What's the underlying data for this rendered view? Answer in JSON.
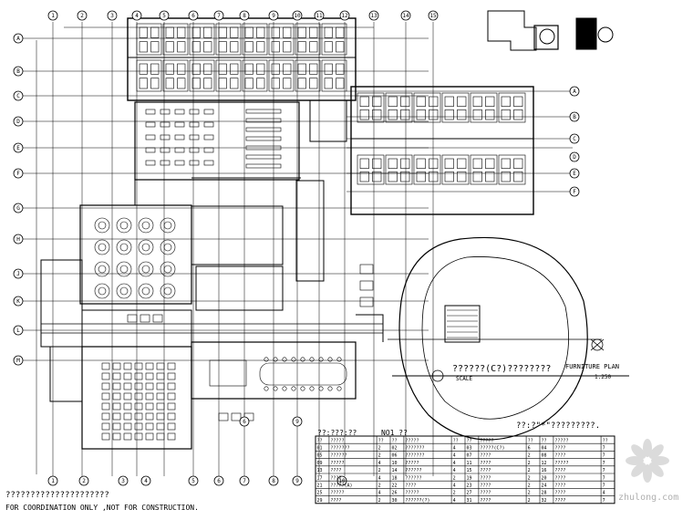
{
  "plan": {
    "grid_labels_top": [
      "1",
      "2",
      "3",
      "4",
      "5",
      "6",
      "7",
      "8",
      "9",
      "10",
      "11",
      "12",
      "13",
      "14",
      "15"
    ],
    "grid_labels_left": [
      "A",
      "B",
      "C",
      "D",
      "E",
      "F",
      "G",
      "H",
      "J",
      "K",
      "L",
      "M"
    ],
    "grid_labels_bottom": [
      "1",
      "2",
      "3",
      "4",
      "5",
      "6",
      "7",
      "8",
      "9",
      "10"
    ],
    "grid_labels_right": [
      "A",
      "B",
      "C",
      "D",
      "E",
      "F"
    ],
    "field_title": "??????(C?)????????",
    "field_scale": "SCALE",
    "furniture_plan": "FURNITURE PLAN",
    "furniture_scale": "1:250",
    "key_note": "??:?\"*\"?????????.",
    "footer_line1": "?????????????????????",
    "footer_line2": "FOR COORDINATION ONLY ,NOT FOR CONSTRUCTION.",
    "watermark": "zhulong.com"
  },
  "legend": {
    "title": "??:???:??",
    "no_label": "NO1 ??",
    "headers": [
      "??",
      "?????",
      "??",
      "??",
      "?????",
      "??",
      "??",
      "?????",
      "??",
      "??",
      "?????",
      "??"
    ],
    "rows": [
      [
        "01",
        "???????",
        "2",
        "02",
        "???????",
        "4",
        "03",
        "?????(C?)",
        "6",
        "04",
        "????",
        "7"
      ],
      [
        "05",
        "??????",
        "2",
        "06",
        "???????",
        "4",
        "07",
        "????",
        "2",
        "08",
        "????",
        "7"
      ],
      [
        "09",
        "?????",
        "4",
        "10",
        "?????",
        "4",
        "11",
        "????",
        "2",
        "12",
        "?????",
        "7"
      ],
      [
        "13",
        "????",
        "2",
        "14",
        "??????",
        "4",
        "15",
        "????",
        "2",
        "16",
        "????",
        "7"
      ],
      [
        "17",
        "????",
        "4",
        "18",
        "??????",
        "2",
        "19",
        "????",
        "2",
        "20",
        "????",
        "7"
      ],
      [
        "21",
        "?????(A)",
        "2",
        "22",
        "????",
        "4",
        "23",
        "????",
        "2",
        "24",
        "????",
        "7"
      ],
      [
        "25",
        "?????",
        "4",
        "26",
        "?????",
        "2",
        "27",
        "????",
        "2",
        "28",
        "????",
        "4"
      ],
      [
        "29",
        "????",
        "2",
        "30",
        "??????(?)",
        "4",
        "31",
        "????",
        "2",
        "32",
        "????",
        "7"
      ]
    ]
  }
}
